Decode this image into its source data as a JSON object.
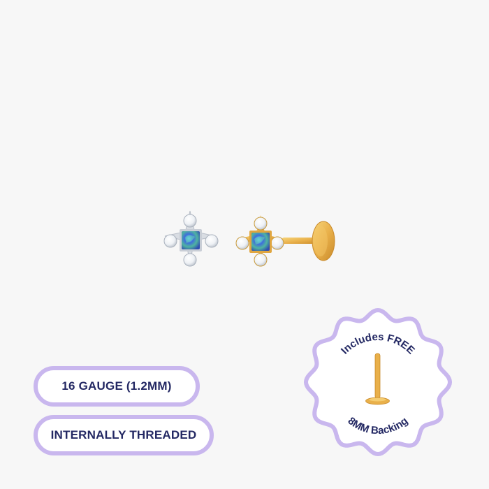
{
  "product_image": {
    "description_icon": "opal-star-stud-earring-icon",
    "colors": {
      "background": "#f7f7f7",
      "opal": "#3f6fd8",
      "gold": "#e9b04a",
      "silver": "#d9dde3",
      "accent_lavender": "#c9b7ee",
      "text_navy": "#232863"
    }
  },
  "features": {
    "gauge_label": "16 GAUGE (1.2MM)",
    "thread_label": "INTERNALLY THREADED"
  },
  "badge": {
    "top_text": "Includes FREE",
    "bottom_text": "8MM Backing",
    "icon": "flat-back-post-icon"
  }
}
